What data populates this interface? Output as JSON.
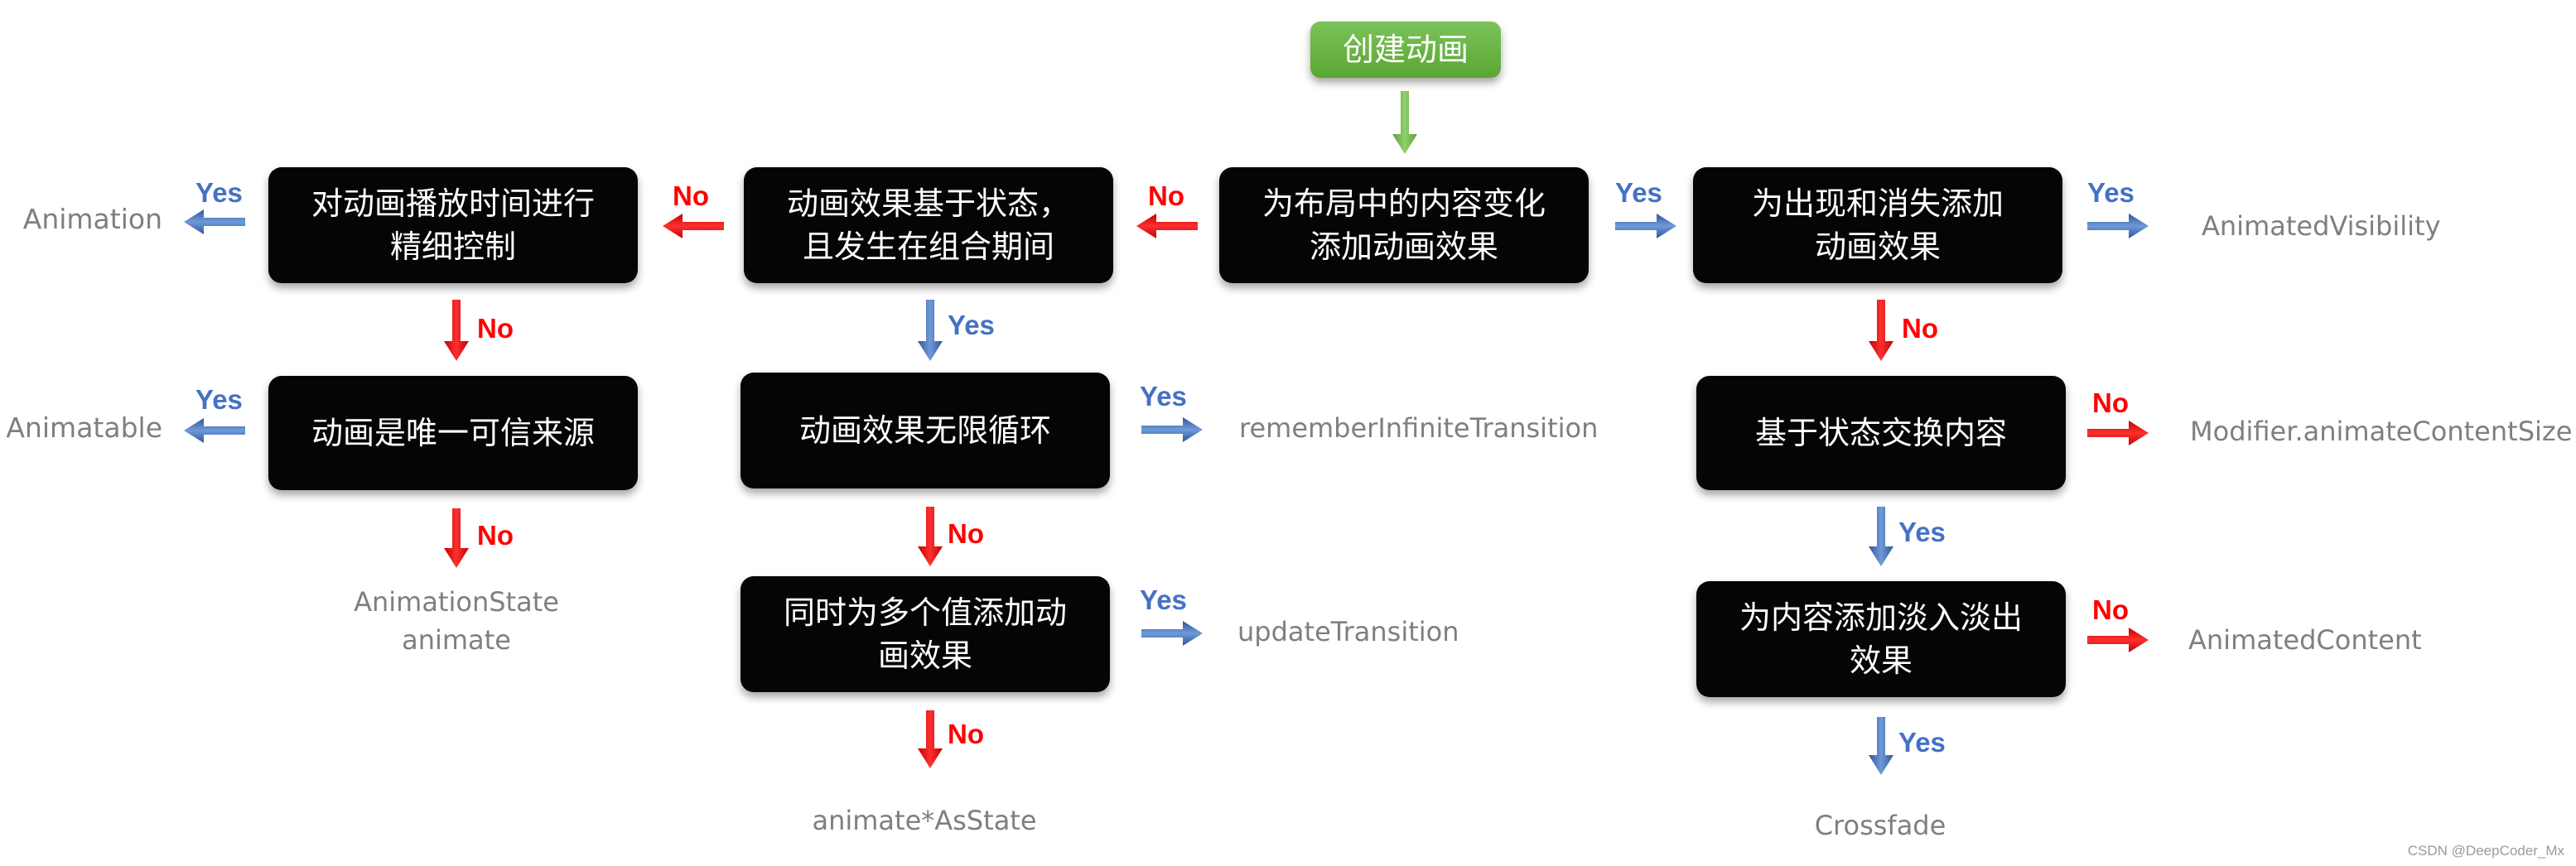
{
  "nodes": {
    "start": "创建动画",
    "layout_change": "为布局中的内容变化添加动画效果",
    "appear_disappear": "为出现和消失添加动画效果",
    "state_based_composition": "动画效果基于状态，且发生在组合期间",
    "fine_control": "对动画播放时间进行精细控制",
    "single_source": "动画是唯一可信来源",
    "infinite_loop": "动画效果无限循环",
    "multi_value": "同时为多个值添加动画效果",
    "swap_content": "基于状态交换内容",
    "fade_content": "为内容添加淡入淡出效果"
  },
  "leaves": {
    "animation": "Animation",
    "animatable": "Animatable",
    "animation_state_line1": "AnimationState",
    "animation_state_line2": "animate",
    "remember_infinite": "rememberInfiniteTransition",
    "update_transition": "updateTransition",
    "animate_as_state": "animate*AsState",
    "animated_visibility": "AnimatedVisibility",
    "animate_content_size": "Modifier.animateContentSize",
    "animated_content": "AnimatedContent",
    "crossfade": "Crossfade"
  },
  "labels": {
    "yes": "Yes",
    "no": "No"
  },
  "watermark": "CSDN @DeepCoder_Mx",
  "colors": {
    "decision_box": "#050505",
    "start_box": "#70ad47",
    "start_arrow": "#70ad47",
    "yes_arrow": "#4472c4",
    "no_arrow": "#ff0000",
    "leaf_text": "#7f7f7f"
  }
}
